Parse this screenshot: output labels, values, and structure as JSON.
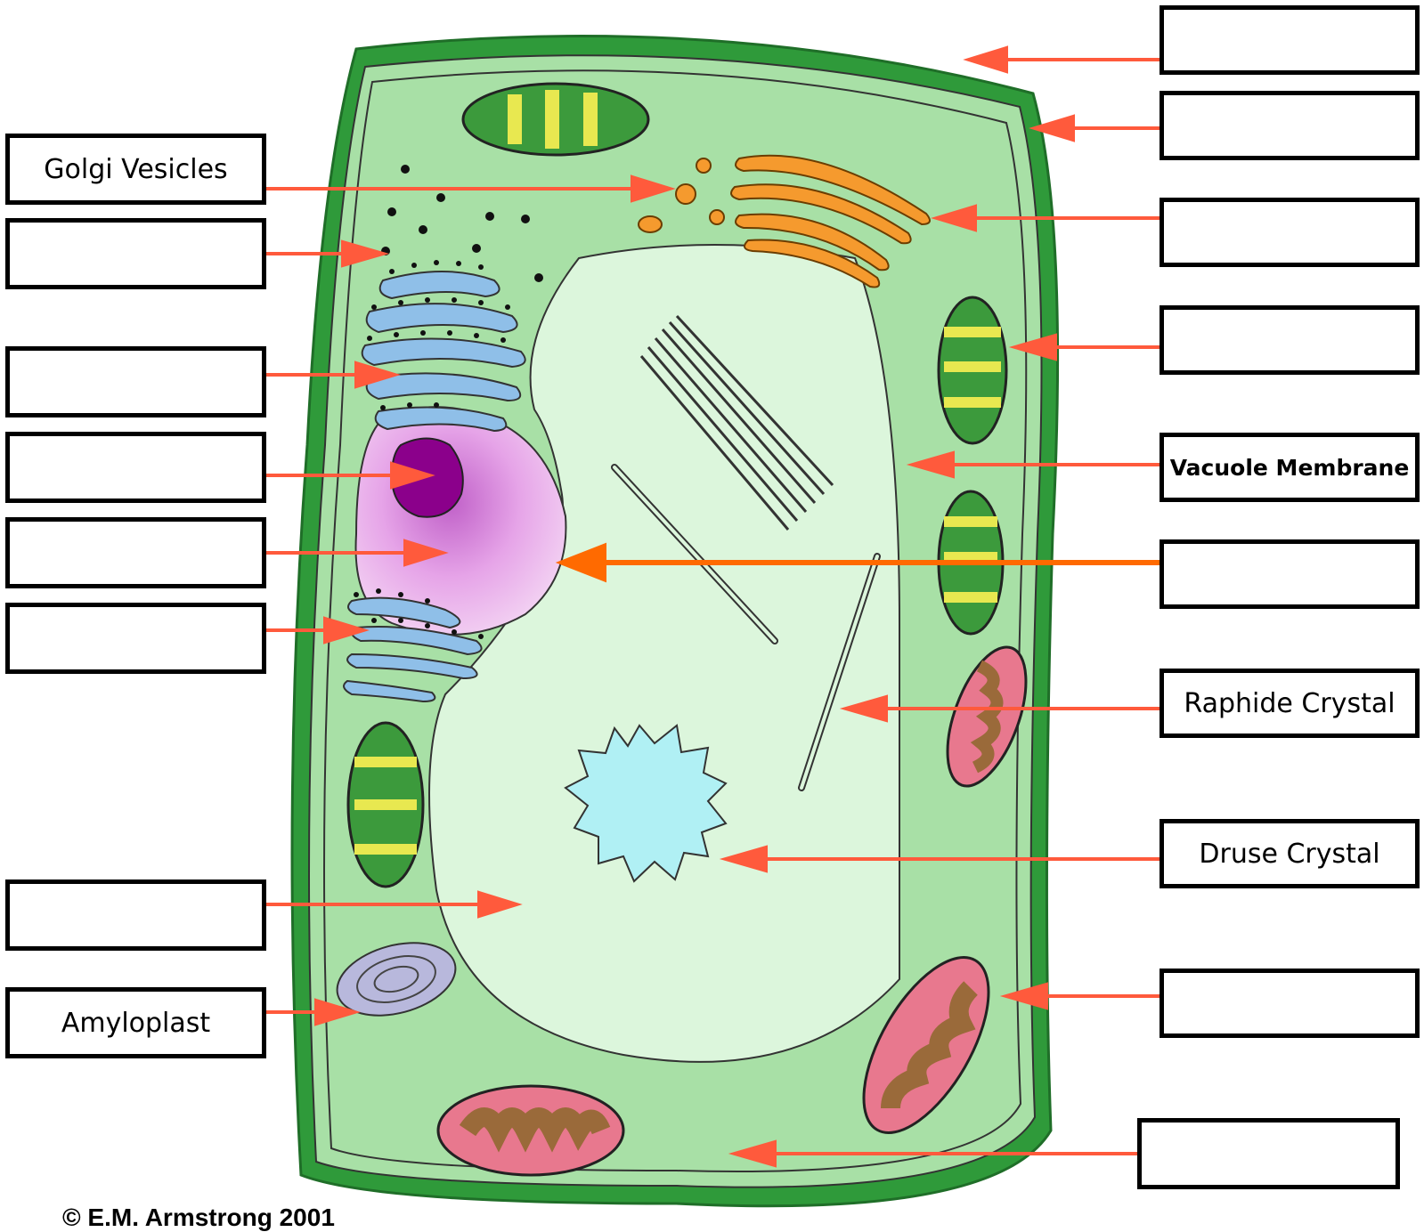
{
  "labels": {
    "golgi_vesicles": "Golgi Vesicles",
    "amyloplast": "Amyloplast",
    "vacuole_membrane": "Vacuole Membrane",
    "raphide_crystal": "Raphide Crystal",
    "druse_crystal": "Druse Crystal",
    "blank": ""
  },
  "copyright": "© E.M. Armstrong 2001",
  "colors": {
    "cell_wall": "#2f9a3a",
    "cytoplasm": "#a8e0a6",
    "vacuole": "#dcf6dc",
    "nucleus": "#e8a0e8",
    "nucleolus": "#8b008b",
    "rough_er": "#8fbfe8",
    "golgi": "#f59a2e",
    "chloroplast": "#3c9a3c",
    "mitochondrion": "#e8788e",
    "druse": "#b0f0f4",
    "amyloplast": "#b8b8dc",
    "arrow": "#ff5a3c",
    "nucleus_arrow": "#ff6a00"
  }
}
